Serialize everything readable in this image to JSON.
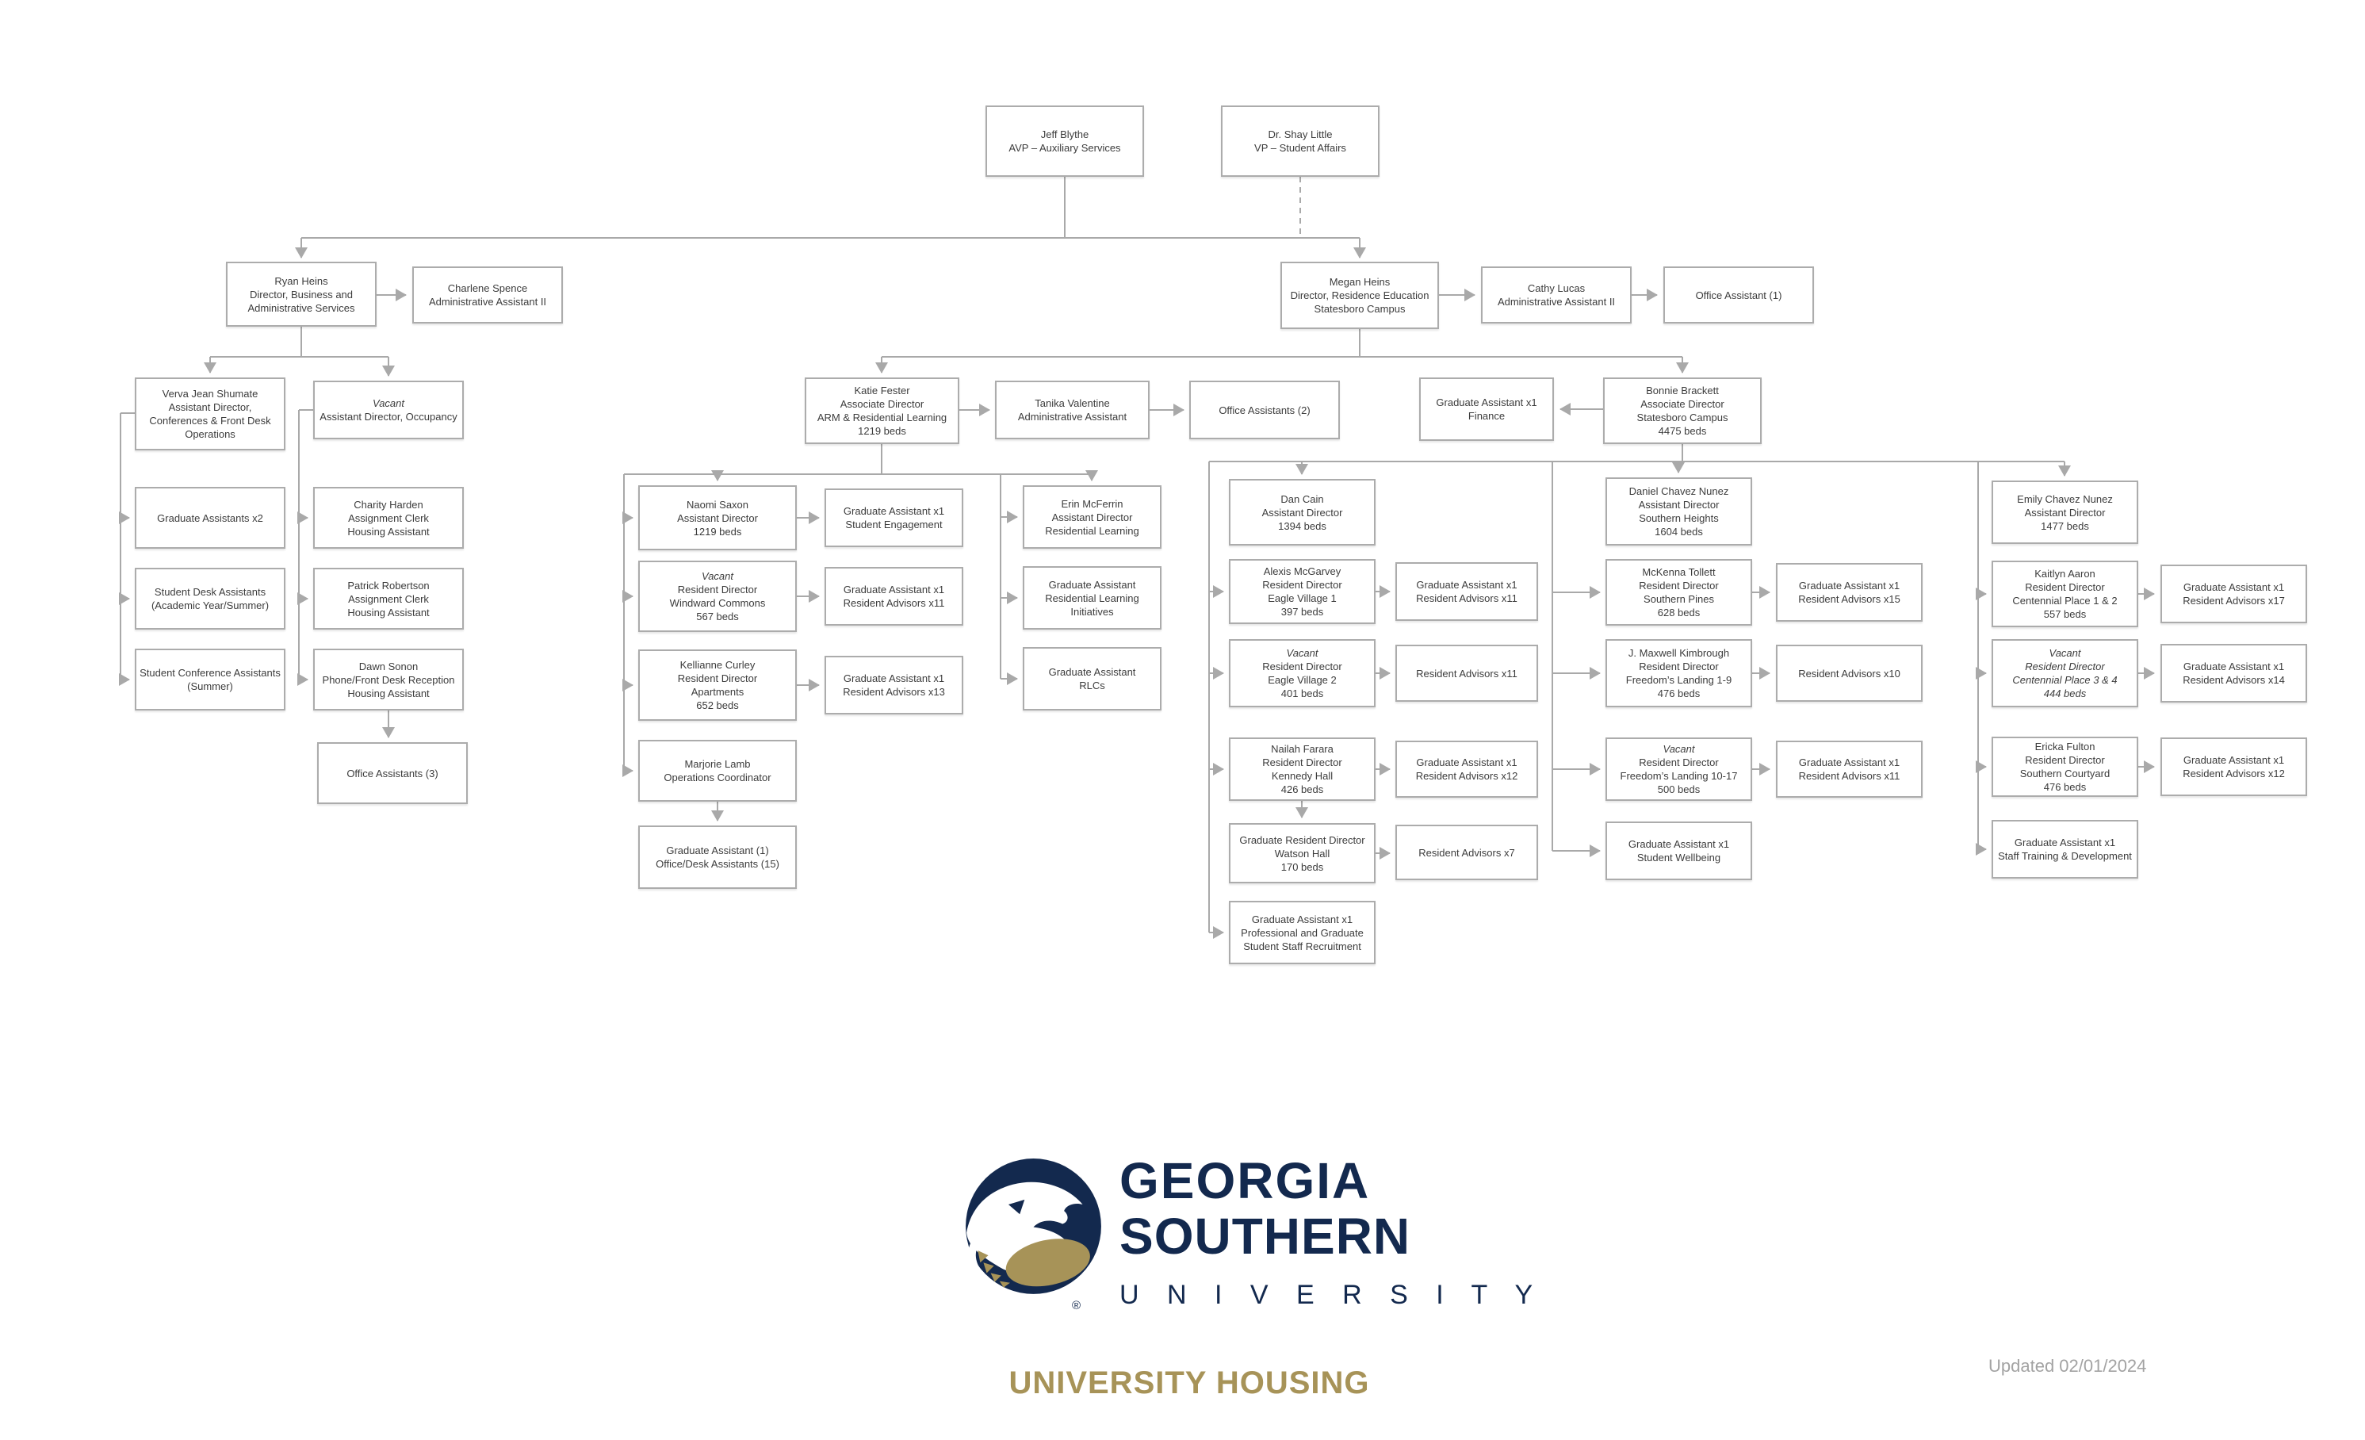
{
  "n": {
    "jeff": [
      "Jeff Blythe",
      "AVP – Auxiliary Services"
    ],
    "shay": [
      "Dr. Shay Little",
      "VP – Student Affairs"
    ],
    "ryan": [
      "Ryan Heins",
      "Director, Business and",
      "Administrative Services"
    ],
    "charlene": [
      "Charlene Spence",
      "Administrative Assistant II"
    ],
    "megan": [
      "Megan Heins",
      "Director, Residence Education",
      "Statesboro Campus"
    ],
    "cathy": [
      "Cathy Lucas",
      "Administrative Assistant II"
    ],
    "oa1": [
      "Office Assistant (1)"
    ],
    "verva": [
      "Verva Jean Shumate",
      "Assistant Director,",
      "Conferences & Front Desk",
      "Operations"
    ],
    "vacantOcc": [
      "Vacant",
      "Assistant Director, Occupancy"
    ],
    "gradx2": [
      "Graduate Assistants x2"
    ],
    "sda": [
      "Student Desk Assistants",
      "(Academic Year/Summer)"
    ],
    "sca": [
      "Student Conference Assistants",
      "(Summer)"
    ],
    "charity": [
      "Charity Harden",
      "Assignment Clerk",
      "Housing Assistant"
    ],
    "patrick": [
      "Patrick Robertson",
      "Assignment Clerk",
      "Housing Assistant"
    ],
    "dawn": [
      "Dawn Sonon",
      "Phone/Front Desk Reception",
      "Housing Assistant"
    ],
    "oa3": [
      "Office Assistants (3)"
    ],
    "katie": [
      "Katie Fester",
      "Associate Director",
      "ARM & Residential Learning",
      "1219 beds"
    ],
    "tanika": [
      "Tanika Valentine",
      "Administrative Assistant"
    ],
    "oa2": [
      "Office Assistants (2)"
    ],
    "gaFinance": [
      "Graduate Assistant x1",
      "Finance"
    ],
    "bonnie": [
      "Bonnie Brackett",
      "Associate Director",
      "Statesboro Campus",
      "4475 beds"
    ],
    "naomi": [
      "Naomi Saxon",
      "Assistant Director",
      "1219 beds"
    ],
    "gaSE": [
      "Graduate Assistant x1",
      "Student Engagement"
    ],
    "vacantWW": [
      "Vacant",
      "Resident Director",
      "Windward Commons",
      "567 beds"
    ],
    "gaRA11a": [
      "Graduate Assistant x1",
      "Resident Advisors x11"
    ],
    "kellianne": [
      "Kellianne Curley",
      "Resident Director",
      "Apartments",
      "652 beds"
    ],
    "gaRA13": [
      "Graduate Assistant x1",
      "Resident Advisors x13"
    ],
    "marjorie": [
      "Marjorie Lamb",
      "Operations Coordinator"
    ],
    "gaOffice15": [
      "Graduate Assistant (1)",
      "Office/Desk Assistants (15)"
    ],
    "erin": [
      "Erin McFerrin",
      "Assistant Director",
      "Residential Learning"
    ],
    "gaRLI": [
      "Graduate Assistant",
      "Residential Learning Initiatives"
    ],
    "gaRLC": [
      "Graduate Assistant",
      "RLCs"
    ],
    "dan": [
      "Dan Cain",
      "Assistant Director",
      "1394 beds"
    ],
    "alexis": [
      "Alexis McGarvey",
      "Resident Director",
      "Eagle Village 1",
      "397 beds"
    ],
    "gaRA11b": [
      "Graduate Assistant x1",
      "Resident Advisors x11"
    ],
    "vacantEV2": [
      "Vacant",
      "Resident Director",
      "Eagle Village 2",
      "401 beds"
    ],
    "ra11": [
      "Resident Advisors x11"
    ],
    "nailah": [
      "Nailah Farara",
      "Resident Director",
      "Kennedy Hall",
      "426 beds"
    ],
    "gaRA12": [
      "Graduate Assistant x1",
      "Resident Advisors x12"
    ],
    "grdWatson": [
      "Graduate Resident Director",
      "Watson Hall",
      "170 beds"
    ],
    "ra7": [
      "Resident Advisors x7"
    ],
    "gaRecruit": [
      "Graduate Assistant x1",
      "Professional and Graduate",
      "Student Staff Recruitment"
    ],
    "daniel": [
      "Daniel Chavez Nunez",
      "Assistant Director",
      "Southern Heights",
      "1604 beds"
    ],
    "mckenna": [
      "McKenna Tollett",
      "Resident Director",
      "Southern Pines",
      "628 beds"
    ],
    "gaRA15": [
      "Graduate Assistant x1",
      "Resident Advisors x15"
    ],
    "kimbrough": [
      "J. Maxwell Kimbrough",
      "Resident Director",
      "Freedom’s Landing 1-9",
      "476 beds"
    ],
    "ra10": [
      "Resident Advisors x10"
    ],
    "vacantFL": [
      "Vacant",
      "Resident Director",
      "Freedom’s Landing 10-17",
      "500 beds"
    ],
    "gaRA11c": [
      "Graduate Assistant x1",
      "Resident Advisors x11"
    ],
    "gaWellbeing": [
      "Graduate Assistant x1",
      "Student Wellbeing"
    ],
    "emily": [
      "Emily Chavez Nunez",
      "Assistant Director",
      "1477 beds"
    ],
    "kaitlyn": [
      "Kaitlyn Aaron",
      "Resident Director",
      "Centennial Place 1 & 2",
      "557 beds"
    ],
    "gaRA17": [
      "Graduate Assistant x1",
      "Resident Advisors x17"
    ],
    "vacantCP": [
      "Vacant",
      "Resident Director",
      "Centennial Place 3 & 4",
      "444 beds"
    ],
    "gaRA14": [
      "Graduate Assistant x1",
      "Resident Advisors x14"
    ],
    "ericka": [
      "Ericka Fulton",
      "Resident Director",
      "Southern Courtyard",
      "476 beds"
    ],
    "gaRA12b": [
      "Graduate Assistant x1",
      "Resident Advisors x12"
    ],
    "gaStaffTD": [
      "Graduate Assistant x1",
      "Staff Training & Development"
    ]
  },
  "footer": {
    "brand_line1": "GEORGIA",
    "brand_line2": "SOUTHERN",
    "brand_line3": "U N I V E R S I T Y",
    "registered": "®",
    "division": "UNIVERSITY HOUSING",
    "updated": "Updated 02/01/2024"
  },
  "colors": {
    "navy": "#13294E",
    "gold": "#A79358",
    "line": "#A9A9A9",
    "box_border": "#ACACAC",
    "text": "#3C3C3C"
  }
}
